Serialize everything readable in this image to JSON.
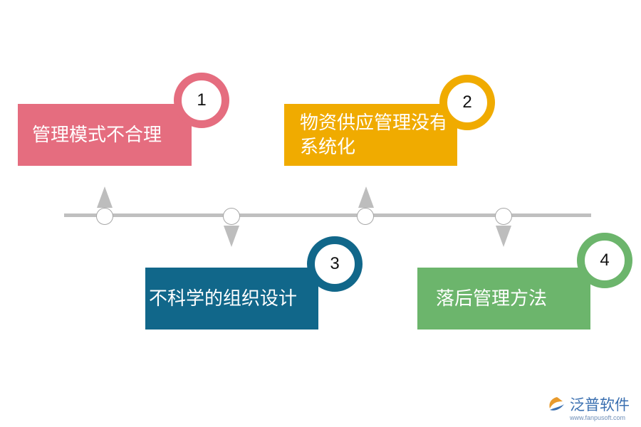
{
  "items": [
    {
      "number": "1",
      "label": "管理模式不合理",
      "color": "#e56d7f"
    },
    {
      "number": "2",
      "label": "物资供应管理没有系统化",
      "color": "#f0ab00"
    },
    {
      "number": "3",
      "label": "不科学的组织设计",
      "color": "#11678a"
    },
    {
      "number": "4",
      "label": "落后管理方法",
      "color": "#6cb56c"
    }
  ],
  "logo": {
    "name": "泛普软件",
    "url": "www.fanpusoft.com",
    "icon": "fanpu-logo-icon"
  }
}
